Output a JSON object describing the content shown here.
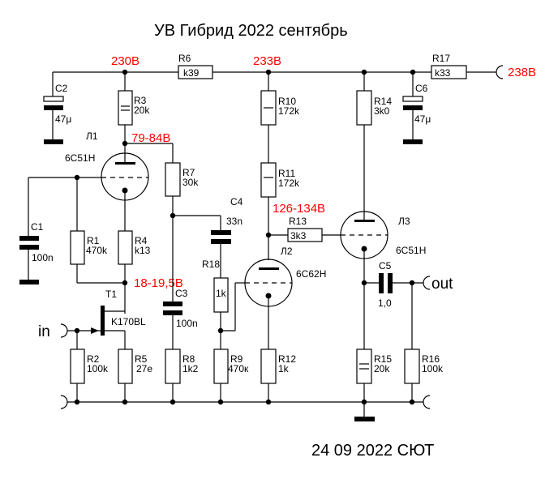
{
  "title": "УВ Гибрид 2022 сентябрь",
  "footer": "24 09 2022 СЮТ",
  "colors": {
    "voltage": "#ff0000",
    "wire": "#000000",
    "background": "#ffffff"
  },
  "voltages": {
    "v230": "230В",
    "v233": "233В",
    "v238": "238В",
    "v79_84": "79-84В",
    "v126_134": "126-134В",
    "v18_19": "18-19,5В"
  },
  "io": {
    "input": "in",
    "output": "out"
  },
  "components": {
    "R1": {
      "ref": "R1",
      "value": "470k"
    },
    "R2": {
      "ref": "R2",
      "value": "100k"
    },
    "R3": {
      "ref": "R3",
      "value": "20k"
    },
    "R4": {
      "ref": "R4",
      "value": "k13"
    },
    "R5": {
      "ref": "R5",
      "value": "27е"
    },
    "R6": {
      "ref": "R6",
      "value": "k39"
    },
    "R7": {
      "ref": "R7",
      "value": "30k"
    },
    "R8": {
      "ref": "R8",
      "value": "1k2"
    },
    "R9": {
      "ref": "R9",
      "value": "470к"
    },
    "R10": {
      "ref": "R10",
      "value": "172k"
    },
    "R11": {
      "ref": "R11",
      "value": "172k"
    },
    "R12": {
      "ref": "R12",
      "value": "1k"
    },
    "R13": {
      "ref": "R13",
      "value": "3k3"
    },
    "R14": {
      "ref": "R14",
      "value": "3k0"
    },
    "R15": {
      "ref": "R15",
      "value": "20k"
    },
    "R16": {
      "ref": "R16",
      "value": "100k"
    },
    "R17": {
      "ref": "R17",
      "value": "k33"
    },
    "R18": {
      "ref": "R18",
      "value": "1k"
    },
    "C1": {
      "ref": "C1",
      "value": "100n"
    },
    "C2": {
      "ref": "C2",
      "value": "47μ"
    },
    "C3": {
      "ref": "C3",
      "value": "100n"
    },
    "C4": {
      "ref": "C4",
      "value": "33n"
    },
    "C5": {
      "ref": "C5",
      "value": "1,0"
    },
    "C6": {
      "ref": "C6",
      "value": "47μ"
    },
    "T1": {
      "ref": "T1",
      "value": "K170BL"
    },
    "L1": {
      "ref": "Л1",
      "value": "6С51Н"
    },
    "L2": {
      "ref": "Л2",
      "value": "6С62Н"
    },
    "L3": {
      "ref": "Л3",
      "value": "6С51Н"
    }
  }
}
